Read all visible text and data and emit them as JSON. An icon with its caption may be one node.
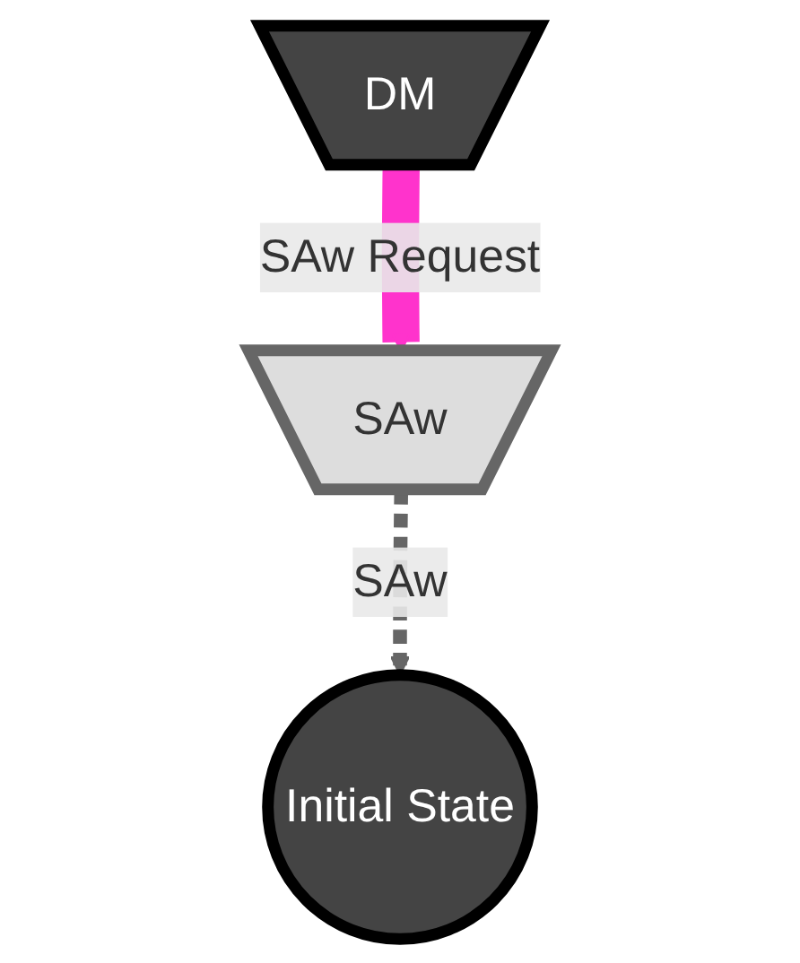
{
  "diagram": {
    "nodes": [
      {
        "text": [
          "Initial State"
        ]
      },
      {
        "text": [
          "DM"
        ]
      },
      {
        "text": [
          "SAw"
        ]
      }
    ],
    "edges": [
      {
        "from": 2,
        "to": 0,
        "arrow": "to",
        "label": "SAw",
        "style": "dashed",
        "color": "#666666"
      },
      {
        "from": 1,
        "to": 2,
        "arrow": "to",
        "label": "SAw Request",
        "style": "thick",
        "color": "#ff33cc"
      }
    ]
  }
}
